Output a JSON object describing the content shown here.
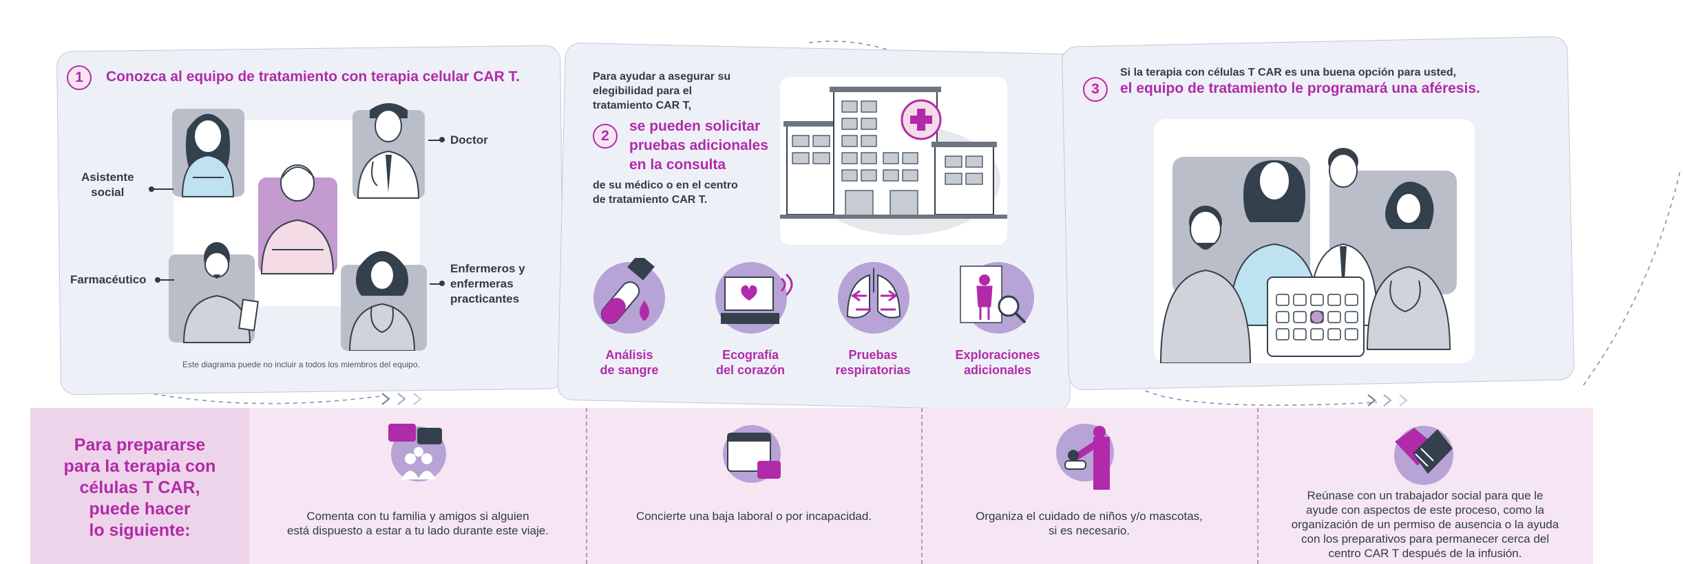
{
  "step1": {
    "number": "1",
    "title": "Conozca al equipo de tratamiento con terapia celular CAR T.",
    "roles": {
      "social_worker": "Asistente\nsocial",
      "doctor": "Doctor",
      "pharmacist": "Farmacéutico",
      "nurses": "Enfermeros y\nenfermeras\npracticantes"
    },
    "footnote": "Este diagrama puede no incluir a todos los miembros del equipo."
  },
  "step2": {
    "number": "2",
    "intro": "Para ayudar a asegurar su\nelegibilidad para el\ntratamiento CAR T,",
    "highlight": "se pueden solicitar\npruebas adicionales\nen la consulta",
    "outro": "de su médico o en el centro\nde tratamiento CAR T.",
    "tests": [
      {
        "label": "Análisis\nde sangre",
        "icon": "blood-test-icon"
      },
      {
        "label": "Ecografía\ndel corazón",
        "icon": "heart-ultrasound-icon"
      },
      {
        "label": "Pruebas\nrespiratorias",
        "icon": "lungs-icon"
      },
      {
        "label": "Exploraciones\nadicionales",
        "icon": "scan-icon"
      }
    ]
  },
  "step3": {
    "number": "3",
    "intro": "Si la terapia con células T CAR es una buena opción para usted,",
    "highlight": "el equipo de tratamiento le programará una aféresis."
  },
  "prepare": {
    "title": "Para prepararse\npara la terapia con\ncélulas T CAR,\npuede hacer\nlo siguiente:",
    "items": [
      {
        "text": "Comenta con tu familia y amigos si alguien\nestá dispuesto a estar a tu lado durante este viaje.",
        "icon": "chat-family-icon"
      },
      {
        "text": "Concierte una baja laboral o por incapacidad.",
        "icon": "calendar-briefcase-icon"
      },
      {
        "text": "Organiza el cuidado de niños y/o mascotas,\nsi es necesario.",
        "icon": "childcare-icon"
      },
      {
        "text": "Reúnase con un trabajador social para que le\nayude con aspectos de este proceso, como la\norganización de un permiso de ausencia o la ayuda\ncon los preparativos para permanecer cerca del\ncentro CAR T después de la infusión.",
        "icon": "handshake-icon"
      }
    ]
  },
  "colors": {
    "accent": "#b12aa9",
    "text": "#2f3b46",
    "card": "#eef0f7",
    "lavender": "#b7a3d6",
    "band": "#f6e6f4"
  }
}
